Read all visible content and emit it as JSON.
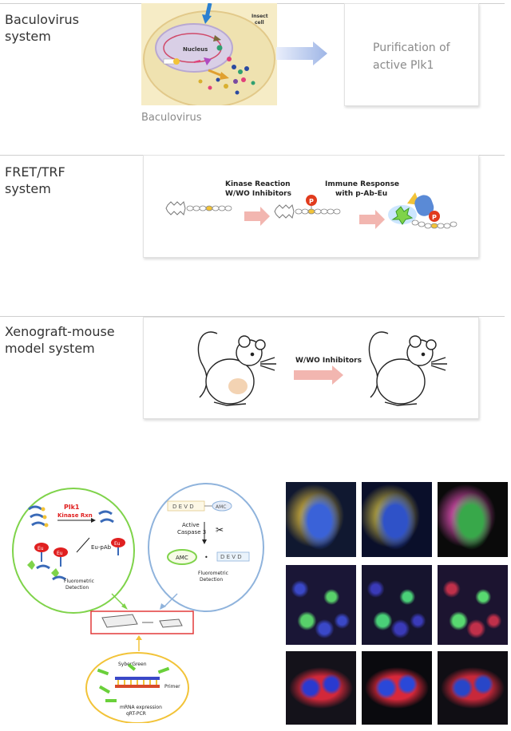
{
  "sections": {
    "baculovirus": {
      "label_line1": "Baculovirus",
      "label_line2": "system",
      "cell_label_line1": "Insect",
      "cell_label_line2": "cell",
      "nucleus_label": "Nucleus",
      "caption": "Baculovirus",
      "result_line1": "Purification of",
      "result_line2": "active Plk1"
    },
    "fret": {
      "label_line1": "FRET/TRF",
      "label_line2": "system",
      "step1_line1": "Kinase Reaction",
      "step1_line2": "W/WO Inhibitors",
      "step2_line1": "Immune Response",
      "step2_line2": "with p-Ab-Eu",
      "phospho_mark": "P"
    },
    "xenograft": {
      "label_line1": "Xenograft-mouse",
      "label_line2": "model system",
      "arrow_label": "W/WO Inhibitors"
    }
  },
  "assay_diagram": {
    "left_circle": {
      "plk1": "Plk1",
      "kinase_rxn": "Kinase Rxn",
      "eu_pab": "Eu-pAb",
      "eu_tag": "Eu",
      "detection_line1": "Fluorometric",
      "detection_line2": "Detection"
    },
    "right_circle": {
      "substrate": "D E V D",
      "amc": "AMC",
      "enzyme_line1": "Active",
      "enzyme_line2": "Caspase 3",
      "product_amc": "AMC",
      "product_devd": "D E V D",
      "dot": "•",
      "detection_line1": "Fluorometric",
      "detection_line2": "Detection"
    },
    "bottom_circle": {
      "dye": "SyberGreen",
      "primer": "Primer",
      "caption_line1": "mRNA expression",
      "caption_line2": "qRT-PCR"
    }
  },
  "colors": {
    "cell_fill": "#efe2b0",
    "nucleus_fill": "#d9cfe6",
    "arrow_blue": "#9fb6e6",
    "arrow_pink": "#f2b6b0",
    "phospho_red": "#e13b1d",
    "circle_green": "#7fd34a",
    "circle_blue": "#8fb3dc",
    "circle_yellow": "#f2c338",
    "box_red": "#e23a3a"
  },
  "micrographs": [
    {
      "bg": "#101830",
      "a": "#c4a63a",
      "b": "#3a62d8"
    },
    {
      "bg": "#0a0f2a",
      "a": "#b6a640",
      "b": "#2f52c8"
    },
    {
      "bg": "#0a0a0a",
      "a": "#d04aa8",
      "b": "#38a84a"
    },
    {
      "bg": "#1a1636",
      "a": "#58d06a",
      "b": "#3a48c8"
    },
    {
      "bg": "#16142e",
      "a": "#4ad078",
      "b": "#3a3ab8"
    },
    {
      "bg": "#1c1430",
      "a": "#58d870",
      "b": "#c0304a"
    },
    {
      "bg": "#14121a",
      "a": "#2a3ad0",
      "b": "#d2283a"
    },
    {
      "bg": "#0a0a0e",
      "a": "#2a48d8",
      "b": "#d8283a"
    },
    {
      "bg": "#100e14",
      "a": "#2846c8",
      "b": "#c8283a"
    }
  ]
}
